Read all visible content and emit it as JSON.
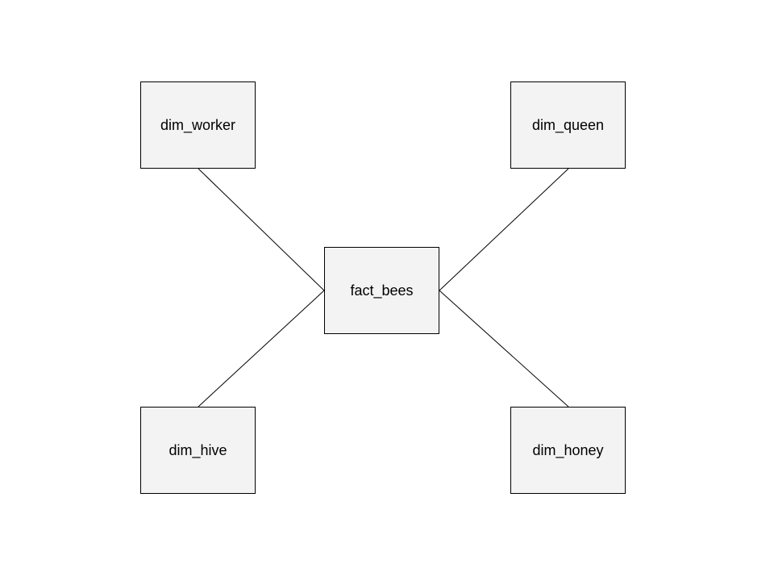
{
  "diagram": {
    "fact": {
      "label": "fact_bees"
    },
    "dimensions": {
      "worker": {
        "label": "dim_worker"
      },
      "queen": {
        "label": "dim_queen"
      },
      "hive": {
        "label": "dim_hive"
      },
      "honey": {
        "label": "dim_honey"
      }
    },
    "relations": [
      {
        "from": "dim_worker",
        "to": "fact_bees"
      },
      {
        "from": "dim_queen",
        "to": "fact_bees"
      },
      {
        "from": "dim_hive",
        "to": "fact_bees"
      },
      {
        "from": "dim_honey",
        "to": "fact_bees"
      }
    ]
  },
  "colors": {
    "box_fill": "#f3f3f3",
    "box_border": "#000000",
    "line": "#000000",
    "background": "#ffffff"
  }
}
